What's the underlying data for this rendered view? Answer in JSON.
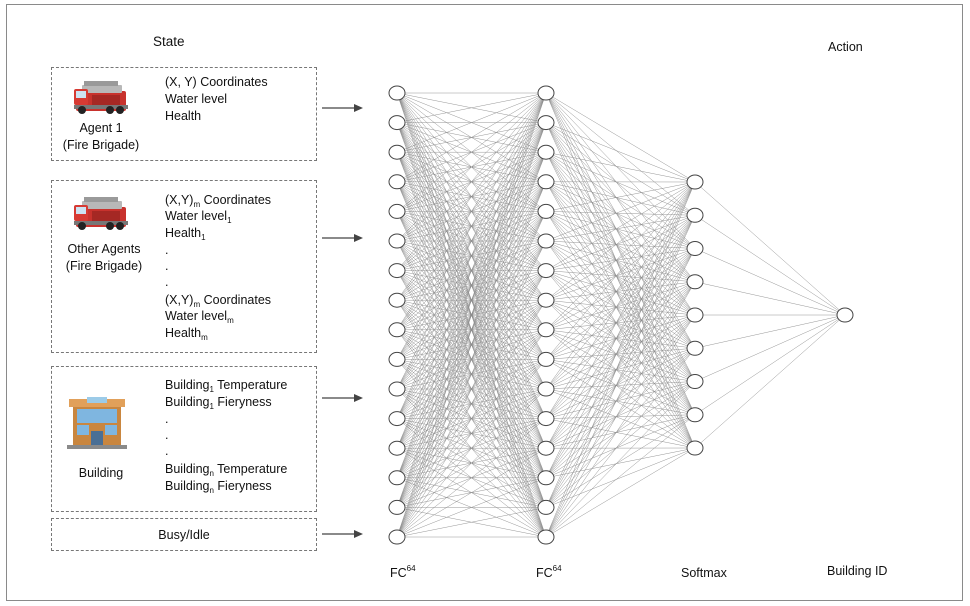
{
  "title_state": "State",
  "title_action": "Action",
  "agent1": {
    "label_line1": "Agent 1",
    "label_line2": "(Fire Brigade)",
    "feature1": "(X, Y) Coordinates",
    "feature2": "Water level",
    "feature3": "Health"
  },
  "other_agents": {
    "label_line1": "Other Agents",
    "label_line2": "(Fire Brigade)",
    "first_xy": "(X,Y)",
    "first_xy_sub": "m",
    "coordinates": " Coordinates",
    "water": "Water level",
    "water_sub_first": "1",
    "health": "Health",
    "health_sub_first": "1",
    "dot": ".",
    "last_xy_sub": "m",
    "water_sub_last": "m",
    "health_sub_last": "m"
  },
  "building": {
    "label": "Building",
    "name": "Building",
    "sub_first": "1",
    "sub_last": "n",
    "temperature": " Temperature",
    "fieryness": " Fieryness",
    "dot": "."
  },
  "busy_idle": "Busy/Idle",
  "layers": {
    "fc1": "FC",
    "fc1_sup": "64",
    "fc2": "FC",
    "fc2_sup": "64",
    "softmax": "Softmax",
    "output": "Building ID"
  },
  "network": {
    "layer1_nodes": 16,
    "layer2_nodes": 16,
    "layer3_nodes": 9,
    "output_nodes": 1
  },
  "colors": {
    "truck_red": "#c8322d",
    "edge": "#8a8a8a",
    "border": "#777777"
  }
}
